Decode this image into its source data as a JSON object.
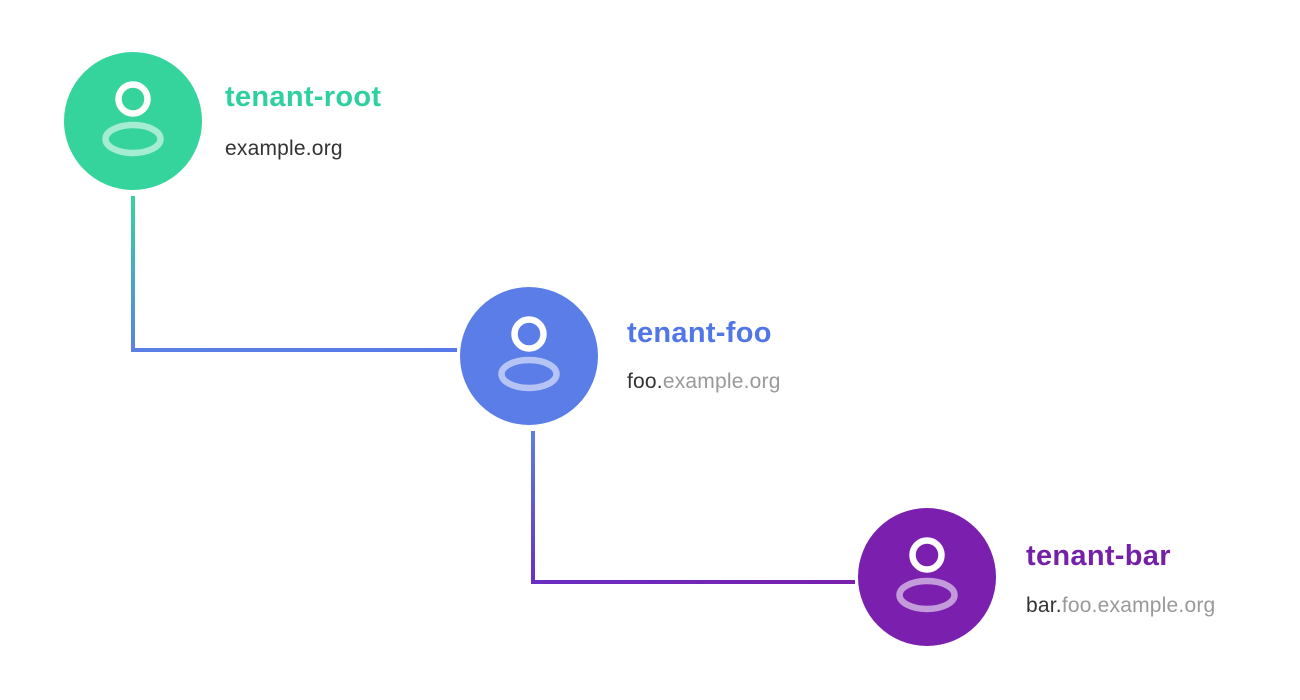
{
  "diagram": {
    "background": "#ffffff",
    "nodes": [
      {
        "name": "tenant-root",
        "domain_prefix": "example.org",
        "domain_suffix": "",
        "circle_color": "#35d49c",
        "title_color": "#2ed0a0",
        "icon": "user-icon"
      },
      {
        "name": "tenant-foo",
        "domain_prefix": "foo.",
        "domain_suffix": "example.org",
        "circle_color": "#5b7de8",
        "title_color": "#5176e8",
        "icon": "user-icon"
      },
      {
        "name": "tenant-bar",
        "domain_prefix": "bar.",
        "domain_suffix": "foo.example.org",
        "circle_color": "#7a1fae",
        "title_color": "#7520a8",
        "icon": "user-icon"
      }
    ],
    "connectors": [
      {
        "from": "tenant-root",
        "to": "tenant-foo",
        "colors": [
          "#35d49c",
          "#5b80e5",
          "#587ae8"
        ]
      },
      {
        "from": "tenant-foo",
        "to": "tenant-bar",
        "colors": [
          "#5b80e5",
          "#6a2ec2",
          "#7a1fae"
        ]
      }
    ],
    "text_colors": {
      "domain_dark": "#333333",
      "domain_gray": "#999999"
    }
  }
}
